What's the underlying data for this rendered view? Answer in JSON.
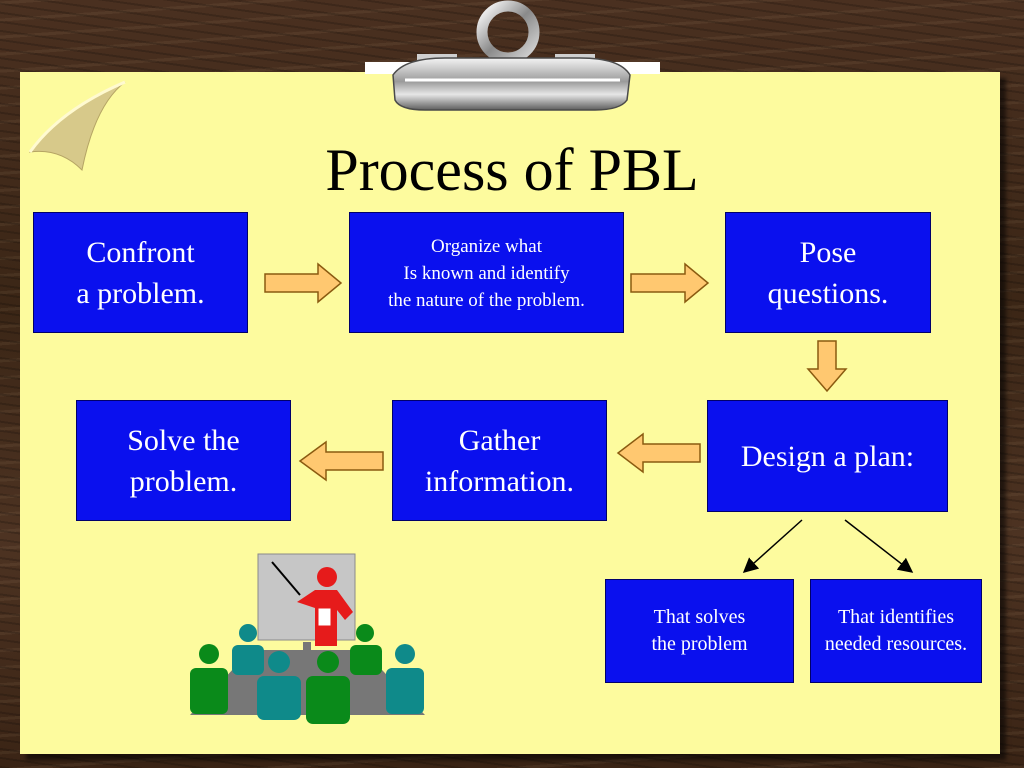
{
  "title": "Process of PBL",
  "steps": [
    {
      "id": "confront",
      "lines": [
        "Confront",
        "a problem."
      ]
    },
    {
      "id": "organize",
      "lines": [
        "Organize what",
        "Is known and identify",
        "the nature of the problem."
      ]
    },
    {
      "id": "pose",
      "lines": [
        "Pose",
        "questions."
      ]
    },
    {
      "id": "design",
      "lines": [
        "Design a plan:"
      ]
    },
    {
      "id": "gather",
      "lines": [
        "Gather",
        "information."
      ]
    },
    {
      "id": "solve",
      "lines": [
        "Solve the",
        "problem."
      ]
    },
    {
      "id": "solves",
      "lines": [
        "That solves",
        "the problem"
      ]
    },
    {
      "id": "identifies",
      "lines": [
        "That identifies",
        "needed resources."
      ]
    }
  ],
  "colors": {
    "box_fill": "#0a10ee",
    "paper": "#fdfb9e",
    "arrow_fill": "#ffc870",
    "arrow_stroke": "#8a5a10"
  },
  "icons": [
    "paper-clip-icon",
    "page-curl-icon",
    "presentation-clipart-icon"
  ]
}
